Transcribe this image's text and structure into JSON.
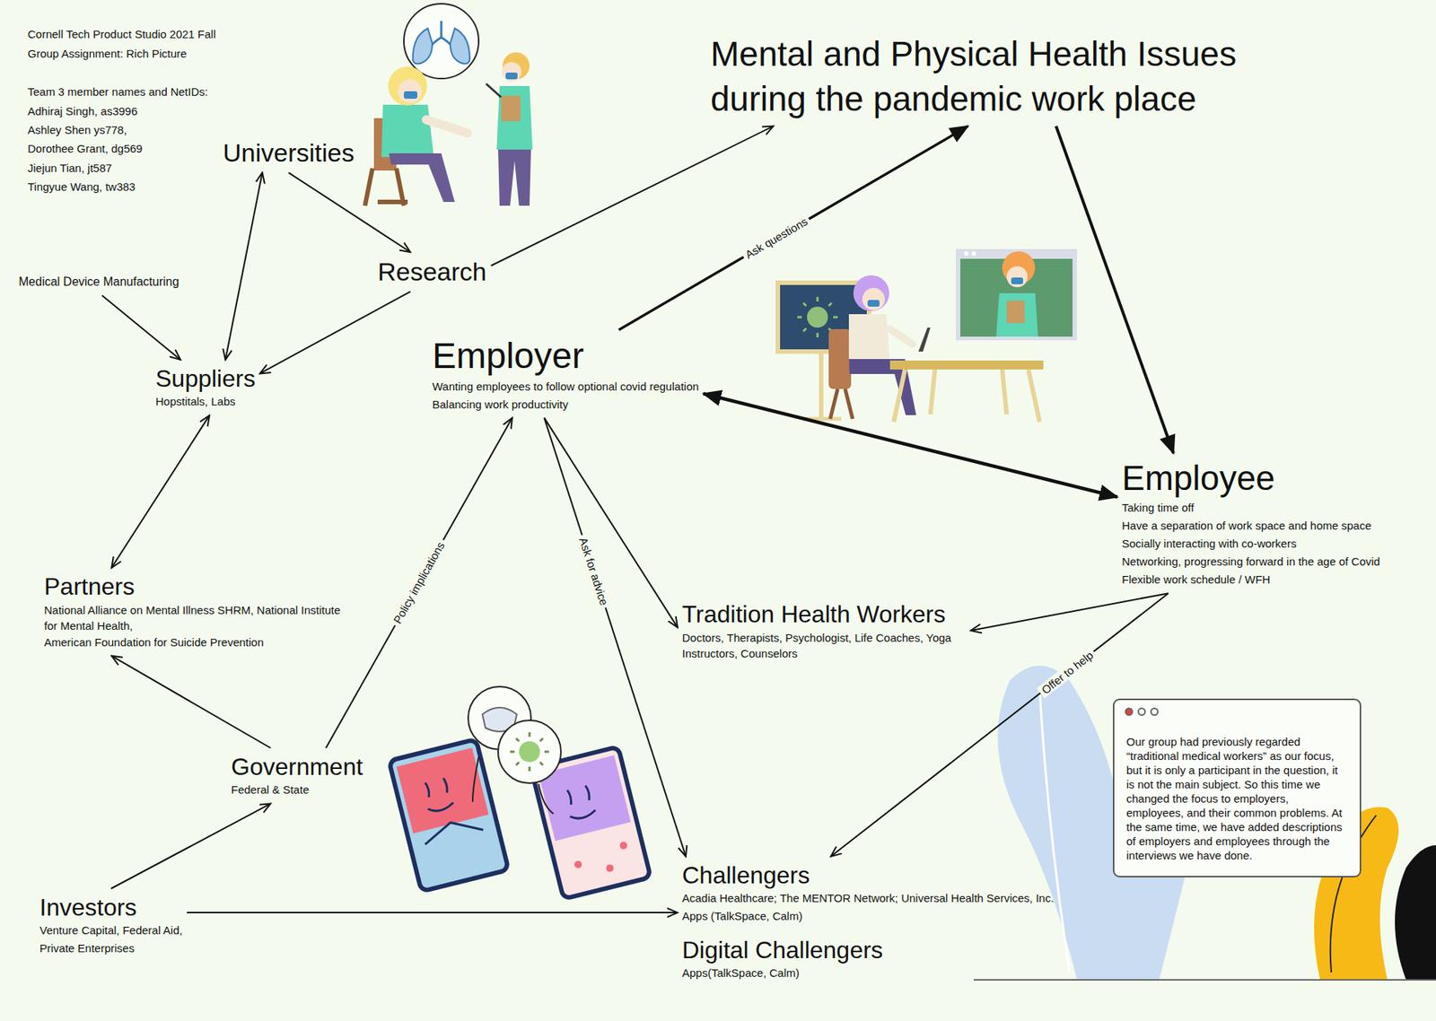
{
  "diagram": {
    "nodes": [
      {
        "text": [
          "Universities"
        ]
      },
      {
        "text": [
          "Research"
        ]
      },
      {
        "text": [
          "Medical Device Manufacturing"
        ]
      },
      {
        "text": [
          "Suppliers",
          "Hopstitals, Labs"
        ]
      },
      {
        "text": [
          "Employer",
          "Wanting employees to follow optional covid regulation",
          "Balancing work productivity"
        ]
      },
      {
        "text": [
          "Mental and Physical Health Issues during the pandemic work place"
        ]
      },
      {
        "text": [
          "Employee",
          "Taking time off",
          "Have a separation of work space and home space",
          "Socially interacting with co-workers",
          "Networking, progressing forward in the age of Covid",
          "Flexible work schedule / WFH"
        ]
      },
      {
        "text": [
          "Partners",
          "National Alliance on Mental Illness SHRM, National Institute for Mental Health,",
          "American Foundation for Suicide Prevention"
        ]
      },
      {
        "text": [
          "Tradition Health Workers",
          "Doctors, Therapists, Psychologist, Life Coaches, Yoga Instructors, Counselors"
        ]
      },
      {
        "text": [
          "Government",
          "Federal & State"
        ]
      },
      {
        "text": [
          "Challengers",
          "Acadia Healthcare; The MENTOR Network; Universal Health Services, Inc.",
          "Apps (TalkSpace, Calm)"
        ]
      },
      {
        "text": [
          "Digital Challengers",
          "Apps(TalkSpace, Calm)"
        ]
      },
      {
        "text": [
          "Investors",
          "Venture Capital, Federal Aid,",
          "Private Enterprises"
        ]
      },
      {
        "text": [
          "Our group had previously regarded “traditional medical workers” as our focus, but it is only a participant in the question, it is not the main subject. So this time we changed the focus to employers, employees, and their common problems. At the same time, we have added descriptions of employers and employees through the interviews we have done."
        ]
      }
    ],
    "edges": [
      {
        "from": 0,
        "to": 1,
        "arrow": "to"
      },
      {
        "from": 0,
        "to": 3,
        "arrow": "both"
      },
      {
        "from": 1,
        "to": 3,
        "arrow": "to"
      },
      {
        "from": 1,
        "to": 5,
        "arrow": "to"
      },
      {
        "from": 2,
        "to": 3,
        "arrow": "to"
      },
      {
        "from": 3,
        "to": 7,
        "arrow": "both"
      },
      {
        "from": 4,
        "to": 5,
        "label": "Ask questions",
        "arrow": "to"
      },
      {
        "from": 5,
        "to": 6,
        "arrow": "to"
      },
      {
        "from": 4,
        "to": 6,
        "arrow": "both"
      },
      {
        "from": 4,
        "to": 8,
        "arrow": "to"
      },
      {
        "from": 4,
        "to": 10,
        "label": "Ask for advice",
        "arrow": "to"
      },
      {
        "from": 6,
        "to": 8,
        "arrow": "to"
      },
      {
        "from": 6,
        "to": 10,
        "label": "Offer to help",
        "arrow": "to"
      },
      {
        "from": 9,
        "to": 4,
        "label": "Policy implications",
        "arrow": "to"
      },
      {
        "from": 9,
        "to": 7,
        "arrow": "to"
      },
      {
        "from": 12,
        "to": 9,
        "arrow": "to"
      },
      {
        "from": 12,
        "to": 10,
        "arrow": "to"
      }
    ],
    "labels": [
      "Cornell Tech Product Studio 2021 Fall",
      "Group Assignment: Rich Picture",
      "Team 3 member names and NetIDs:",
      "Adhiraj Singh, as3996",
      "Ashley Shen ys778,",
      "Dorothee Grant, dg569",
      "Jiejun Tian, jt587",
      "Tingyue Wang, tw383"
    ]
  }
}
